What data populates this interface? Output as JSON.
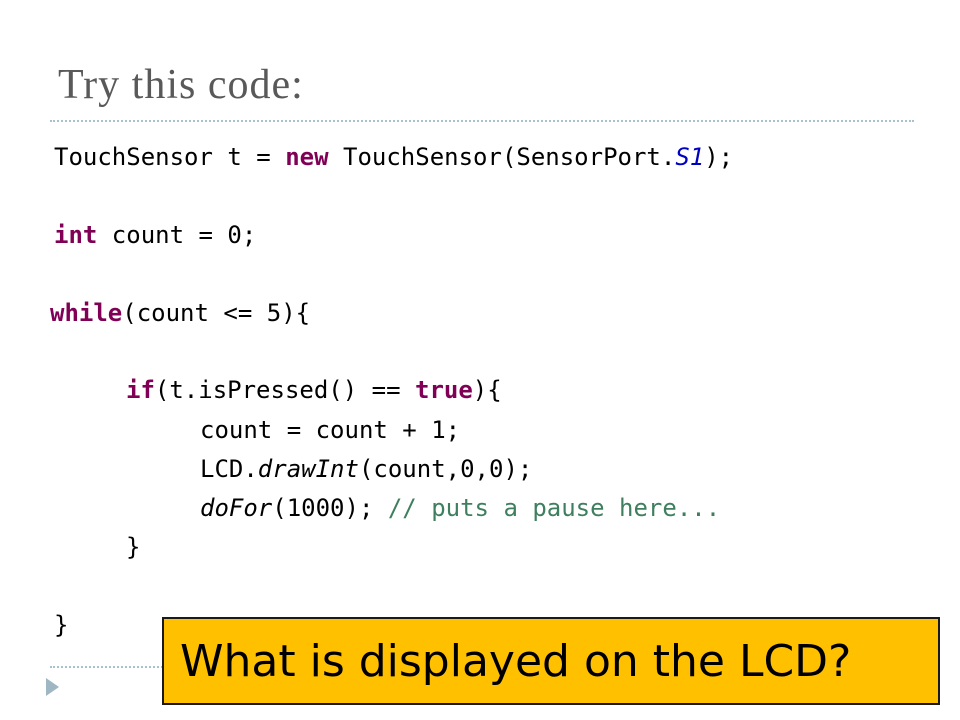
{
  "slide": {
    "title": "Try this code:",
    "callout": "What is displayed on the LCD?"
  },
  "code": {
    "l1": {
      "t1": "TouchSensor t = ",
      "k1": "new",
      "t2": " TouchSensor(SensorPort.",
      "f1": "S1",
      "t3": ");"
    },
    "l2": {
      "k1": "int",
      "t1": " count = 0;"
    },
    "l3": {
      "k1": "while",
      "t1": "(count <= 5){"
    },
    "l4": {
      "k1": "if",
      "t1": "(t.isPressed() == ",
      "k2": "true",
      "t2": "){"
    },
    "l5": {
      "t1": "count = count + 1;"
    },
    "l6": {
      "t1": "LCD.",
      "m1": "drawInt",
      "t2": "(count,0,0);"
    },
    "l7": {
      "m1": "doFor",
      "t1": "(1000); ",
      "c1": "// puts a pause here..."
    },
    "l8": {
      "t1": "}"
    },
    "l9": {
      "t1": "}"
    }
  },
  "colors": {
    "title": "#595959",
    "keyword": "#7f0055",
    "constant": "#0000c0",
    "comment": "#3f7f5f",
    "callout_background": "#ffc000",
    "rule": "#a9c1cd"
  },
  "icons": {
    "bullet": "triangle-bullet-icon"
  }
}
